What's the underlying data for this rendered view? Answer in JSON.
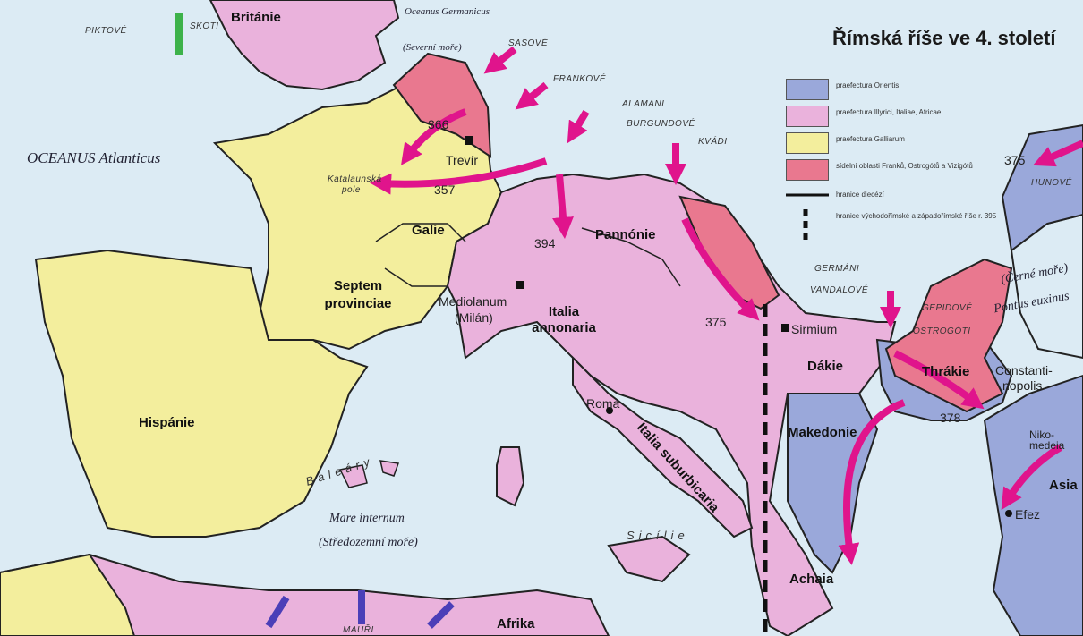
{
  "title": "Římská říše ve 4. století",
  "colors": {
    "sea": "#dcebf4",
    "orientis": "#9aa8da",
    "illyrici_italiae_africae": "#eab2dc",
    "galliarum": "#f3ee9d",
    "settlement": "#e9788f",
    "arrow_barbarian": "#e0148c",
    "arrow_green": "#3db24a",
    "arrow_blue": "#4b3fb8",
    "border": "#111111"
  },
  "legend": [
    {
      "color_key": "orientis",
      "text": "praefectura Orientis"
    },
    {
      "color_key": "illyrici_italiae_africae",
      "text": "praefectura Illyrici, Italiae, Africae"
    },
    {
      "color_key": "galliarum",
      "text": "praefectura Galliarum"
    },
    {
      "color_key": "settlement",
      "text": "sídelní oblasti Franků, Ostrogótů a Vizigótů"
    },
    {
      "symbol": "solid-line",
      "text": "hranice diecézí"
    },
    {
      "symbol": "dashed-line",
      "text": "hranice východořímské a západořímské říše r. 395"
    }
  ],
  "regions": {
    "britanie": "Británie",
    "galie": "Galie",
    "septem": "Septem provinciae",
    "hispanie": "Hispánie",
    "italia_annonaria": "Italia annonaria",
    "italia_suburbicaria": "Italia suburbicaria",
    "pannonie": "Pannónie",
    "dakie": "Dákie",
    "makedonie": "Makedonie",
    "thrakie": "Thrákie",
    "achaia": "Achaia",
    "asia": "Asia",
    "afrika": "Afrika"
  },
  "tribes": {
    "piktove": "PIKTOVÉ",
    "skoti": "SKOTI",
    "sasove": "SASOVÉ",
    "frankove": "FRANKOVÉ",
    "alamani": "ALAMANI",
    "burgundove": "BURGUNDOVÉ",
    "kvadi": "KVÁDI",
    "germani": "GERMÁNI",
    "vandalove": "VANDALOVÉ",
    "gepidove": "GEPIDOVÉ",
    "ostrogoti": "OSTROGÓTI",
    "hunove": "HUNOVÉ",
    "mauri": "MAUŘI"
  },
  "seas": {
    "oceanus_atlanticus": "OCEANUS Atlanticus",
    "oceanus_germanicus": "Oceanus Germanicus",
    "severni_more": "(Severní moře)",
    "mare_internum": "Mare internum",
    "stredozemni": "(Středozemní moře)",
    "cerne_more": "(Černé moře)",
    "pontus": "Pontus euxinus",
    "baleary": "Baleáry",
    "sicilie": "Sicílie"
  },
  "cities": {
    "trevir": "Trevír",
    "mediolanum": "Mediolanum",
    "milan": "(Milán)",
    "roma": "Roma",
    "sirmium": "Sirmium",
    "constantinopolis_1": "Constanti-",
    "constantinopolis_2": "nopolis",
    "nikomedeia": "Niko-medeia",
    "efez": "Efez",
    "katalaunska_1": "Katalaunská",
    "katalaunska_2": "pole"
  },
  "dates": {
    "d357": "357",
    "d366": "366",
    "d394": "394",
    "d375a": "375",
    "d375b": "375",
    "d378": "378"
  }
}
